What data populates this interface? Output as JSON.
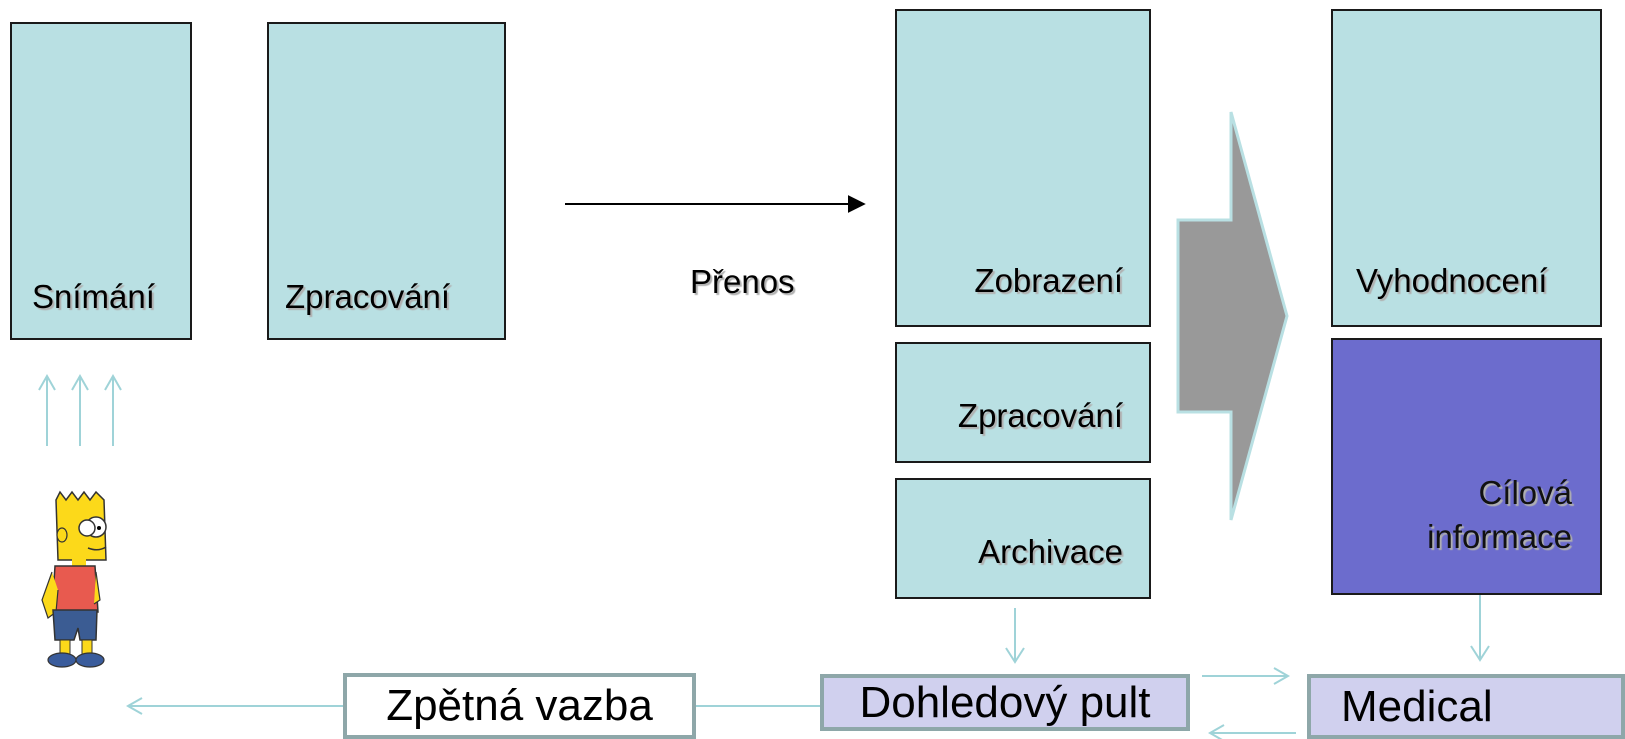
{
  "nodes": {
    "snimani": "Snímání",
    "zpracovani1": "Zpracování",
    "prenos": "Přenos",
    "zobrazeni": "Zobrazení",
    "zpracovani2": "Zpracování",
    "archivace": "Archivace",
    "vyhodnoceni": "Vyhodnocení",
    "cilova_line1": "Cílová",
    "cilova_line2": "informace"
  },
  "bottom": {
    "feedback": "Zpětná vazba",
    "console": "Dohledový pult",
    "medical": "Medical"
  },
  "colors": {
    "box_fill": "#b9e0e3",
    "target_fill": "#6c6ccd",
    "bottom_fill": "#d0d0ee",
    "connector": "#9fd3d8",
    "big_arrow": "#999999"
  },
  "icons": {
    "person": "cartoon-person-icon"
  }
}
